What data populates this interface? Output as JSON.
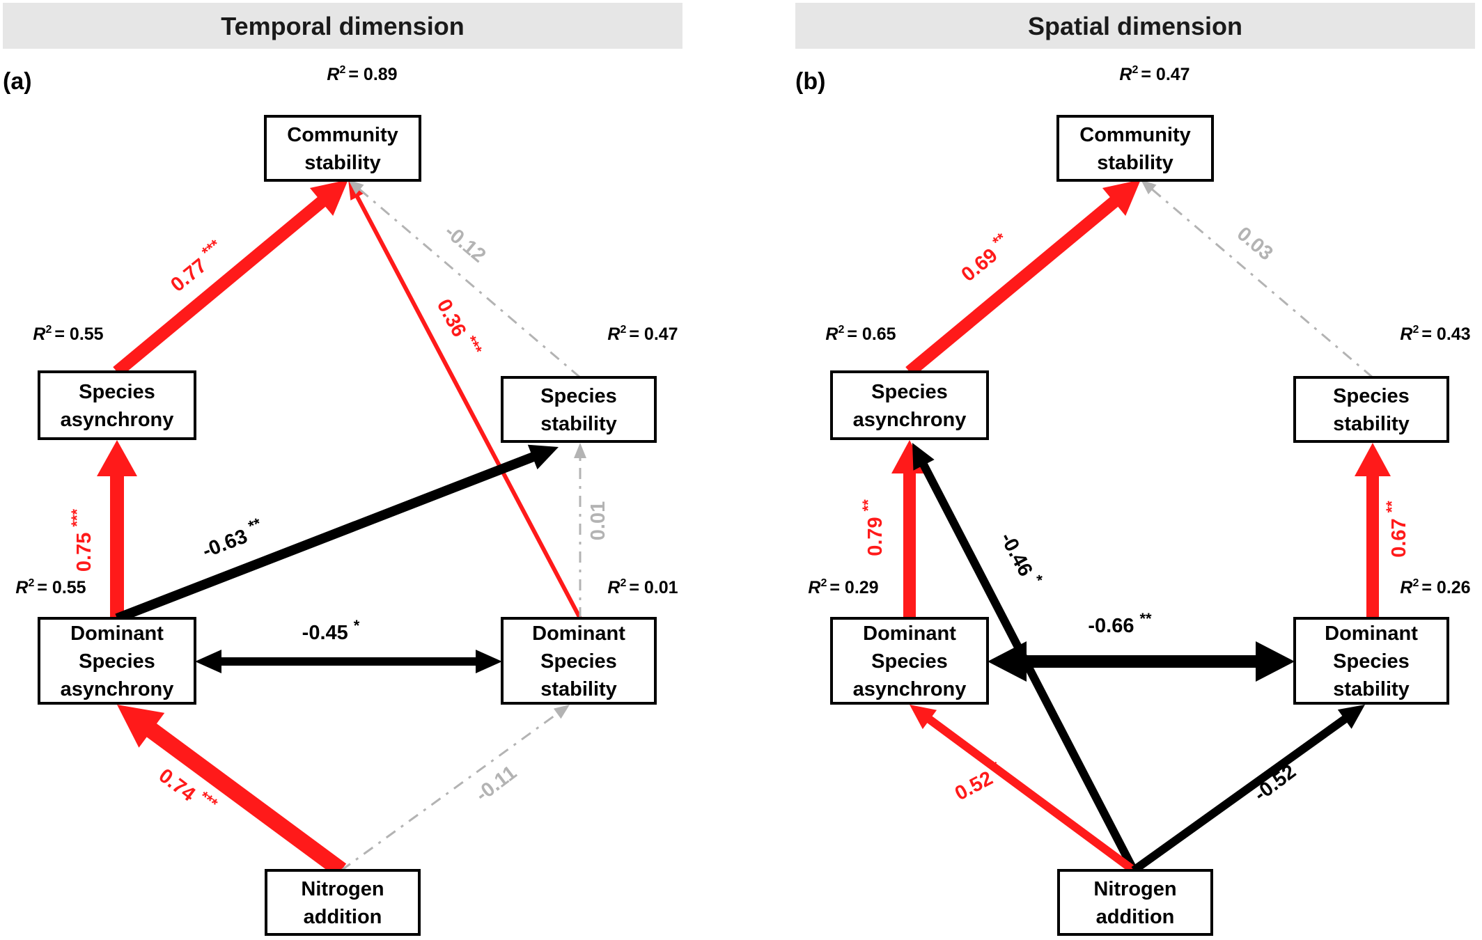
{
  "colors": {
    "significant_positive": "#ff1a1a",
    "significant_negative": "#000000",
    "non_significant": "#b3b3b3",
    "header_bg": "#e6e6e6"
  },
  "panels": [
    {
      "header": "Temporal dimension",
      "label": "(a)",
      "boxes": {
        "community": [
          "Community",
          "stability"
        ],
        "sp_async": [
          "Species",
          "asynchrony"
        ],
        "sp_stab": [
          "Species",
          "stability"
        ],
        "dom_async": [
          "Dominant",
          "Species",
          "asynchrony"
        ],
        "dom_stab": [
          "Dominant",
          "Species",
          "stability"
        ],
        "nitrogen": [
          "Nitrogen",
          "addition"
        ]
      },
      "r2": {
        "community": "= 0.89",
        "sp_async": "= 0.55",
        "sp_stab": "= 0.47",
        "dom_async": "= 0.55",
        "dom_stab": "= 0.01"
      },
      "paths": [
        {
          "from": "sp_async",
          "to": "community",
          "coef": "0.77",
          "sig": "***",
          "type": "pos"
        },
        {
          "from": "dom_stab",
          "to": "community",
          "coef": "0.36",
          "sig": "***",
          "type": "pos"
        },
        {
          "from": "sp_stab",
          "to": "community",
          "coef": "-0.12",
          "sig": "",
          "type": "ns"
        },
        {
          "from": "dom_async",
          "to": "sp_async",
          "coef": "0.75",
          "sig": "***",
          "type": "pos"
        },
        {
          "from": "dom_async",
          "to": "sp_stab",
          "coef": "-0.63",
          "sig": "**",
          "type": "neg"
        },
        {
          "from": "dom_stab",
          "to": "sp_stab",
          "coef": "0.01",
          "sig": "",
          "type": "ns"
        },
        {
          "from": "dom_async",
          "to": "dom_stab",
          "coef": "-0.45",
          "sig": "*",
          "type": "neg",
          "bidirectional": true
        },
        {
          "from": "nitrogen",
          "to": "dom_async",
          "coef": "0.74",
          "sig": "***",
          "type": "pos"
        },
        {
          "from": "nitrogen",
          "to": "dom_stab",
          "coef": "-0.11",
          "sig": "",
          "type": "ns"
        }
      ]
    },
    {
      "header": "Spatial dimension",
      "label": "(b)",
      "boxes": {
        "community": [
          "Community",
          "stability"
        ],
        "sp_async": [
          "Species",
          "asynchrony"
        ],
        "sp_stab": [
          "Species",
          "stability"
        ],
        "dom_async": [
          "Dominant",
          "Species",
          "asynchrony"
        ],
        "dom_stab": [
          "Dominant",
          "Species",
          "stability"
        ],
        "nitrogen": [
          "Nitrogen",
          "addition"
        ]
      },
      "r2": {
        "community": "= 0.47",
        "sp_async": "= 0.65",
        "sp_stab": "= 0.43",
        "dom_async": "= 0.29",
        "dom_stab": "= 0.26"
      },
      "paths": [
        {
          "from": "sp_async",
          "to": "community",
          "coef": "0.69",
          "sig": "**",
          "type": "pos"
        },
        {
          "from": "sp_stab",
          "to": "community",
          "coef": "0.03",
          "sig": "",
          "type": "ns"
        },
        {
          "from": "dom_async",
          "to": "sp_async",
          "coef": "0.79",
          "sig": "**",
          "type": "pos"
        },
        {
          "from": "dom_stab",
          "to": "sp_stab",
          "coef": "0.67",
          "sig": "**",
          "type": "pos"
        },
        {
          "from": "nitrogen",
          "to": "sp_async",
          "coef": "-0.46",
          "sig": "*",
          "type": "neg"
        },
        {
          "from": "dom_async",
          "to": "dom_stab",
          "coef": "-0.66",
          "sig": "**",
          "type": "neg",
          "bidirectional": true
        },
        {
          "from": "nitrogen",
          "to": "dom_async",
          "coef": "0.52",
          "sig": "*",
          "type": "pos"
        },
        {
          "from": "nitrogen",
          "to": "dom_stab",
          "coef": "-0.52",
          "sig": "*",
          "type": "neg"
        }
      ]
    }
  ]
}
